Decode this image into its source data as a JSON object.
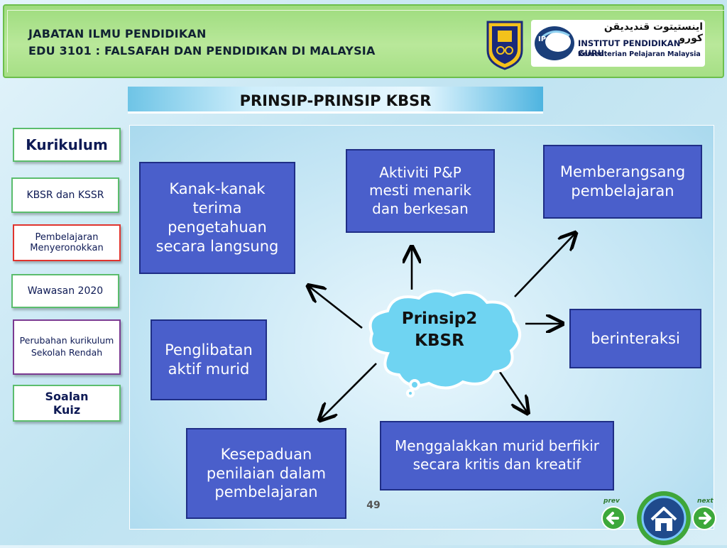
{
  "header": {
    "line1": "JABATAN ILMU PENDIDIKAN",
    "line2": "EDU 3101 : FALSAFAH DAN PENDIDIKAN DI MALAYSIA",
    "logo_arabic": "اينستيتوت قنديديقن كورو",
    "logo_name": "INSTITUT PENDIDIKAN GURU",
    "logo_sub": "Kementerian Pelajaran Malaysia",
    "logo_abbr": "IPG"
  },
  "title": "PRINSIP-PRINSIP KBSR",
  "sidebar": {
    "items": [
      {
        "label": "Kurikulum"
      },
      {
        "label": "KBSR dan KSSR"
      },
      {
        "label": "Pembelajaran Menyeronokkan"
      },
      {
        "label": "Wawasan 2020"
      },
      {
        "label": "Perubahan kurikulum Sekolah Rendah"
      },
      {
        "label": "Soalan Kuiz"
      }
    ]
  },
  "diagram": {
    "center": "Prinsip2 KBSR",
    "boxes": {
      "kanak": "Kanak-kanak terima pengetahuan secara langsung",
      "aktiviti": "Aktiviti P&P mesti menarik dan berkesan",
      "memberangsang": "Memberangsang pembelajaran",
      "penglibatan": "Penglibatan aktif murid",
      "berinteraksi": "berinteraksi",
      "kesepaduan": "Kesepaduan penilaian dalam pembelajaran",
      "menggalakkan": "Menggalakkan murid berfikir secara kritis dan kreatif"
    }
  },
  "page_number": "49",
  "nav": {
    "prev": "prev",
    "next": "next"
  },
  "icons": [
    "arrow-left-icon",
    "home-icon",
    "arrow-right-icon"
  ]
}
